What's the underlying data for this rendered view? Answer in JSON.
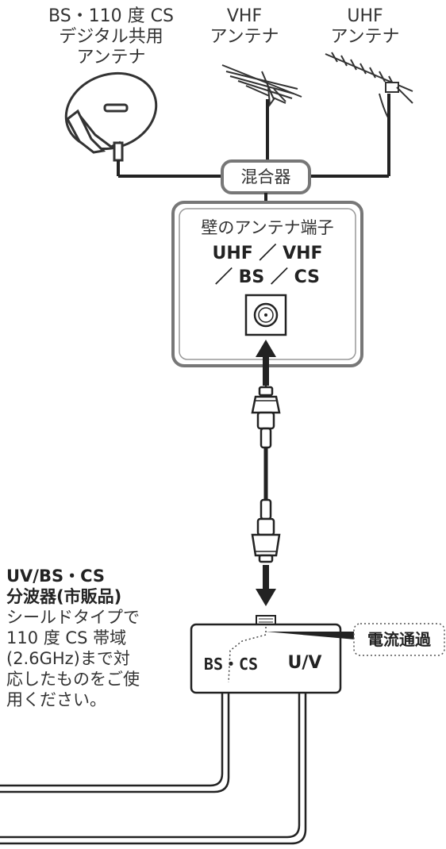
{
  "antennas": {
    "bs_cs": {
      "line1": "BS・110 度 CS",
      "line2": "デジタル共用",
      "line3": "アンテナ"
    },
    "vhf": {
      "line1": "VHF",
      "line2": "アンテナ"
    },
    "uhf": {
      "line1": "UHF",
      "line2": "アンテナ"
    }
  },
  "mixer": {
    "label": "混合器"
  },
  "wall_terminal": {
    "title": "壁のアンテナ端子",
    "line1": "UHF ／ VHF",
    "line2": "／ BS ／ CS"
  },
  "splitter": {
    "heading1": "UV/BS・CS",
    "heading2": "分波器(市販品)",
    "desc1": "シールドタイプで",
    "desc2": "110 度 CS 帯域",
    "desc3": "(2.6GHz)まで対",
    "desc4": "応したものをご使",
    "desc5": "用ください。",
    "port_bs_cs": "BS・CS",
    "port_uv": "U/V",
    "power_label": "電流通過"
  }
}
